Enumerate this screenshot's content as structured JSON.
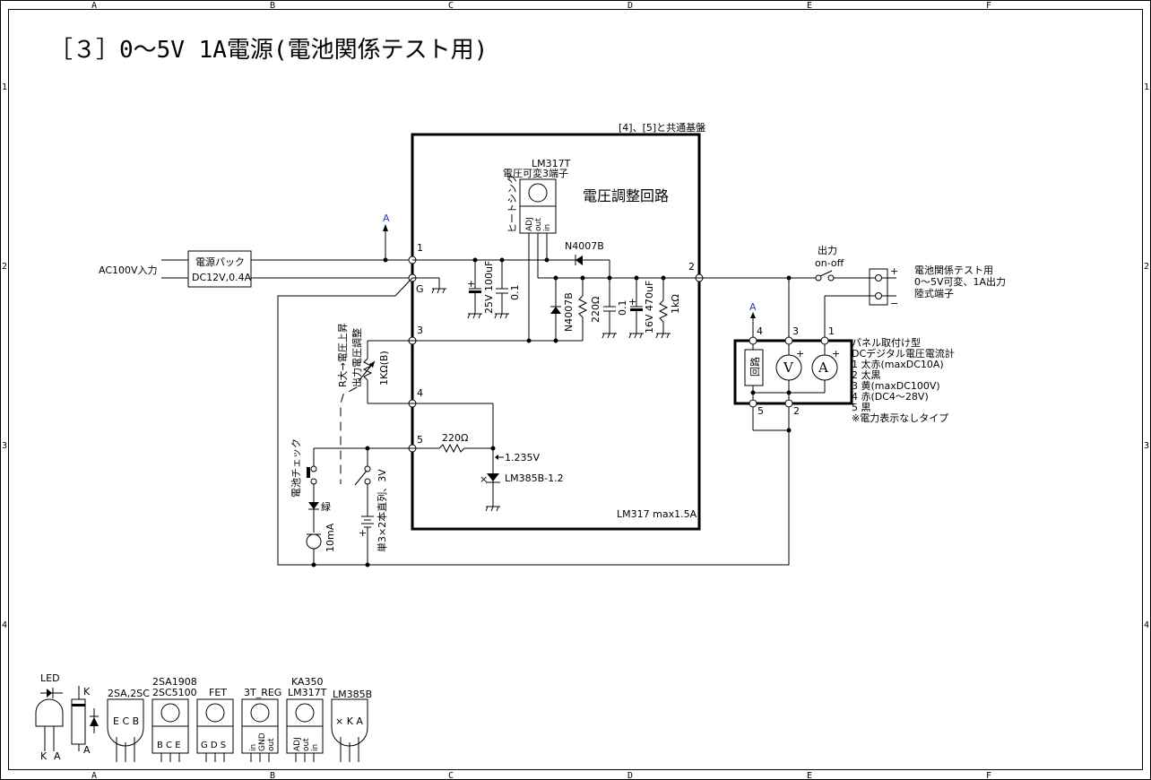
{
  "title": "［３］0～5V 1A電源(電池関係テスト用)",
  "border": {
    "columns": [
      "A",
      "B",
      "C",
      "D",
      "E",
      "F"
    ],
    "rows": [
      "1",
      "2",
      "3",
      "4"
    ]
  },
  "board": {
    "note": "[4]、[5]と共通基盤",
    "section_label": "電圧調整回路",
    "rating": "LM317 max1.5A",
    "terminals": [
      "1",
      "G",
      "3",
      "4",
      "5",
      "2"
    ]
  },
  "regulator": {
    "part": "LM317T",
    "desc": "電圧可変3端子",
    "heatsink": "ヒートシンク",
    "pins": [
      "ADJ",
      "out",
      "in"
    ]
  },
  "input": {
    "ac_label": "AC100V入力",
    "pack_line1": "電源パック",
    "pack_line2": "DC12V,0.4A",
    "node_a": "A"
  },
  "components": {
    "c1_polarity": "+",
    "c1_label": "25V 100uF",
    "c2_label": "0.1",
    "diode_series": "N4007B",
    "diode_shunt": "N4007B",
    "r_220": "220Ω",
    "c3_label": "0.1",
    "c4_polarity": "+",
    "c4_label": "16V 470uF",
    "r_1k": "1kΩ",
    "pot_label": "1KΩ(B)",
    "pot_note1": "R大→電圧上昇",
    "pot_note2": "出力電圧調整",
    "r_ref": "220Ω",
    "ref_voltage": "1.235V",
    "ref_part": "LM385B-1.2",
    "ref_x": "×"
  },
  "battery_check": {
    "switch_label": "電池チェック",
    "led_label": "緑",
    "meter_label": "10mA",
    "battery_label": "単3×2本直列、3V",
    "battery_plus": "+"
  },
  "output": {
    "switch_label": "出力",
    "switch_sub": "on-off",
    "plus": "+",
    "minus": "−",
    "desc_line1": "電池関係テスト用",
    "desc_line2": "0～5V可変、1A出力",
    "desc_line3": "陸式端子",
    "node_a": "A"
  },
  "meter": {
    "pins": [
      "4",
      "3",
      "1",
      "5",
      "2"
    ],
    "block_label": "回路",
    "v_label": "V",
    "a_label": "A",
    "plus": "+",
    "notes": [
      "パネル取付け型",
      "DCデジタル電圧電流計",
      "1 太赤(maxDC10A)",
      "2 太黒",
      "3 黄(maxDC100V)",
      "4 赤(DC4～28V)",
      "5 黒",
      "※電力表示なしタイプ"
    ]
  },
  "legend": {
    "led": {
      "title": "LED",
      "pins": [
        "K",
        "A"
      ]
    },
    "diode": {
      "pins": [
        "K",
        "A"
      ]
    },
    "to92": {
      "title": "2SA,2SC",
      "pins": "E C B"
    },
    "to220a": {
      "title1": "2SA1908",
      "title2": "2SC5100",
      "pins": "B C E"
    },
    "fet": {
      "title": "FET",
      "pins": "G D S"
    },
    "reg3t": {
      "title": "3T_REG",
      "pins": [
        "in",
        "GND",
        "out"
      ]
    },
    "lm317": {
      "title1": "KA350",
      "title2": "LM317T",
      "pins": [
        "ADJ",
        "out",
        "in"
      ]
    },
    "lm385": {
      "title": "LM385B",
      "pins": "× K A"
    }
  }
}
